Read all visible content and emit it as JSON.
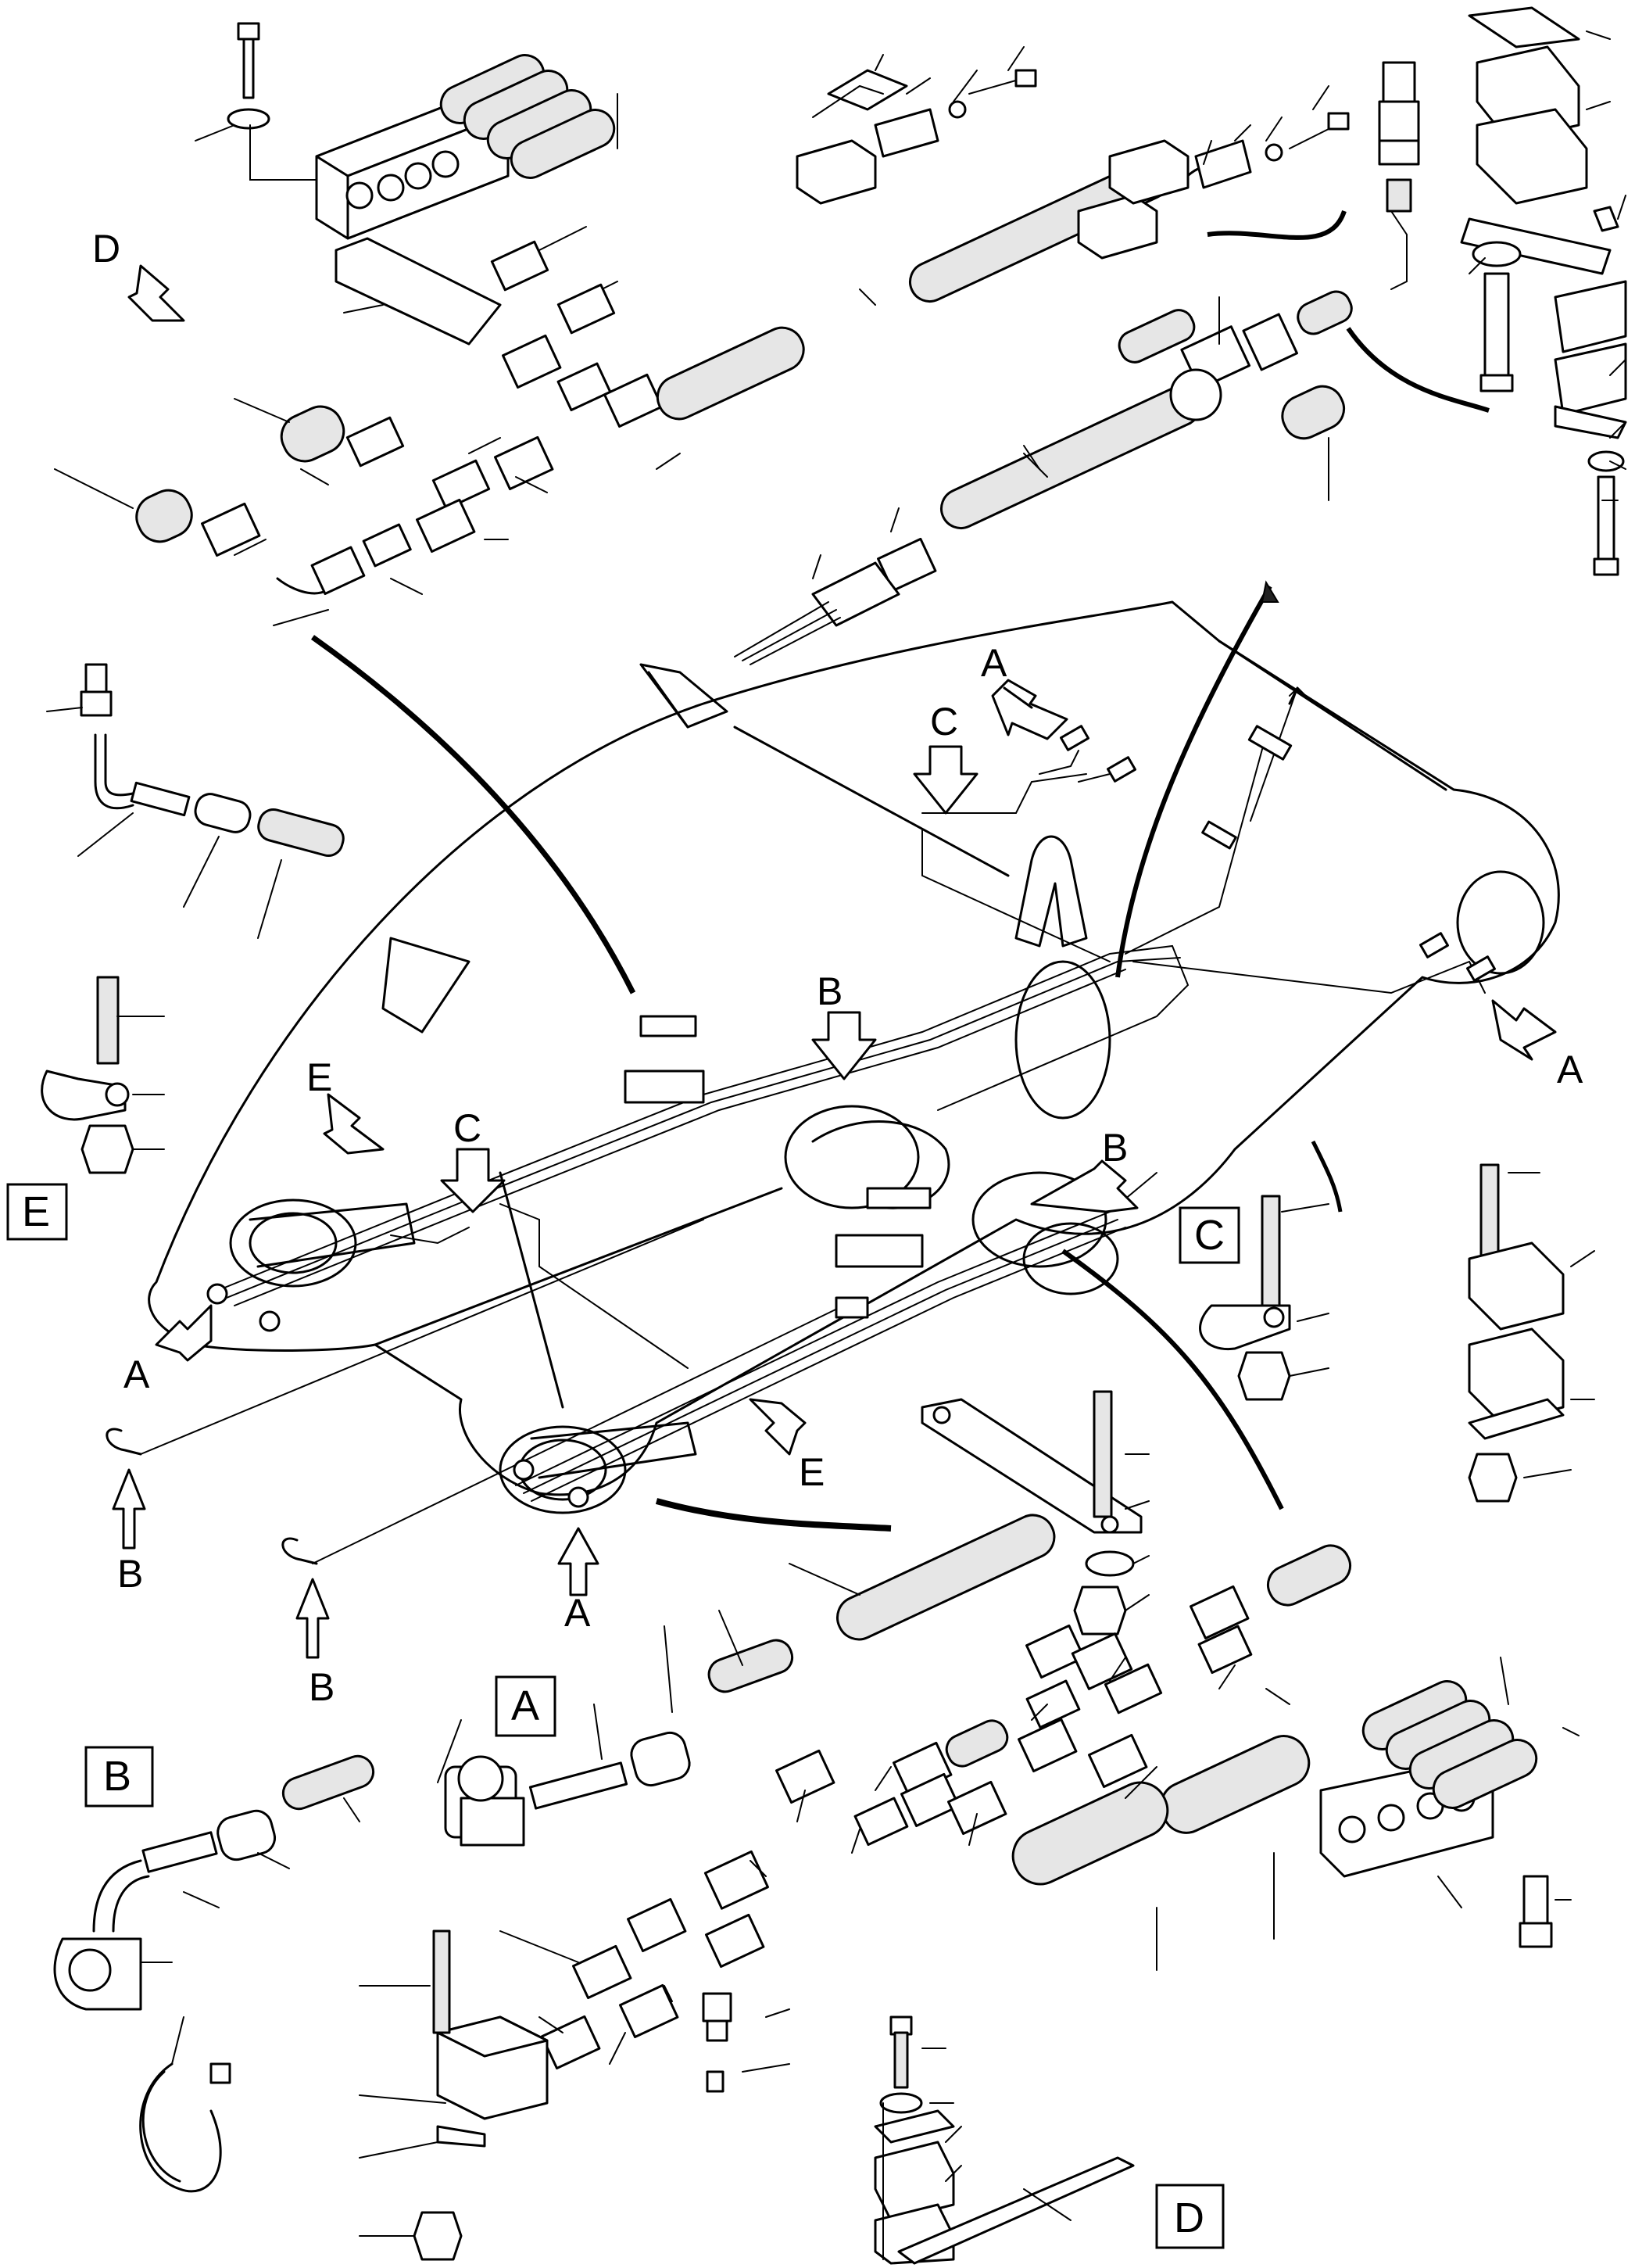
{
  "callouts": {
    "a1": "A",
    "a2": "A",
    "a3": "A",
    "a4": "A",
    "b1": "B",
    "b2": "B",
    "b3": "B",
    "b4": "B",
    "c1": "C",
    "c2": "C",
    "d1": "D",
    "e1": "E",
    "e2": "E"
  },
  "detail_boxes": {
    "e": "E",
    "c": "C",
    "a": "A",
    "b": "B",
    "d": "D"
  },
  "colors": {
    "line": "#000000",
    "background": "#ffffff",
    "fill": "#e6e6e6"
  }
}
